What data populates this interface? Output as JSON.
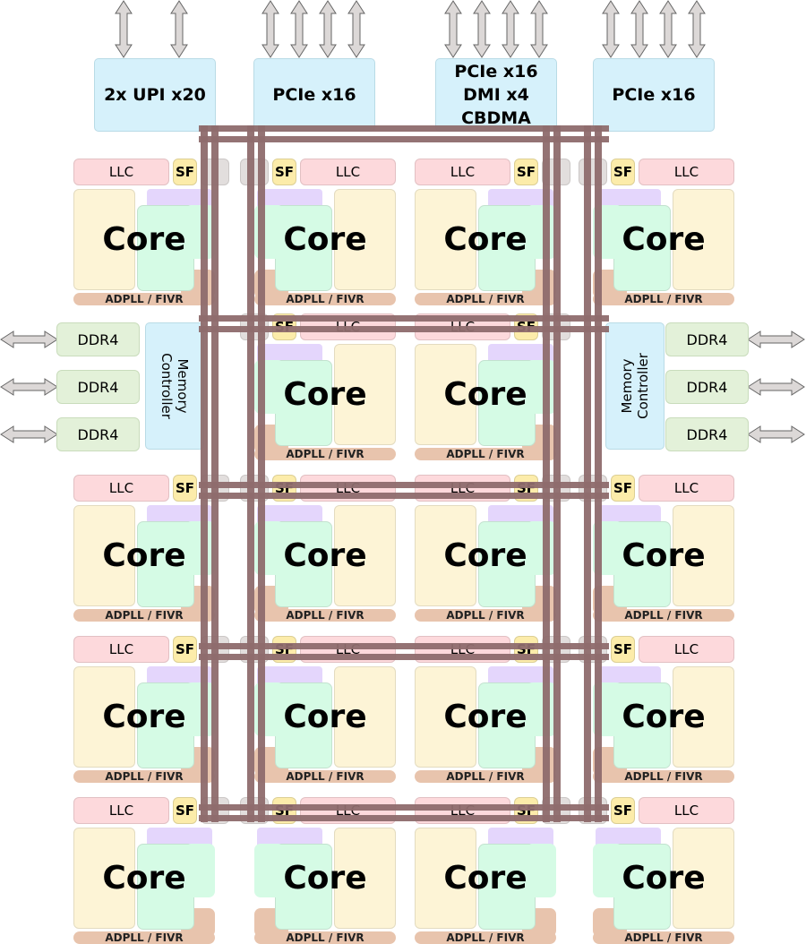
{
  "diagram": {
    "title": "Server CPU die layout with mesh interconnect",
    "io_blocks": [
      {
        "id": "upi",
        "lines": [
          "2x UPI x20"
        ],
        "arrows": 2
      },
      {
        "id": "pcie-1",
        "lines": [
          "PCIe x16"
        ],
        "arrows": 4
      },
      {
        "id": "pcie-dmi",
        "lines": [
          "PCIe x16",
          "DMI x4",
          "CBDMA"
        ],
        "arrows": 4
      },
      {
        "id": "pcie-2",
        "lines": [
          "PCIe x16"
        ],
        "arrows": 4
      }
    ],
    "tile": {
      "llc_label": "LLC",
      "sf_label": "SF",
      "core_label": "Core",
      "pll_label": "ADPLL / FIVR"
    },
    "memory": {
      "left": {
        "controller_label_1": "Memory",
        "controller_label_2": "Controller",
        "channels": [
          "DDR4",
          "DDR4",
          "DDR4"
        ]
      },
      "right": {
        "controller_label_1": "Memory",
        "controller_label_2": "Controller",
        "channels": [
          "DDR4",
          "DDR4",
          "DDR4"
        ]
      }
    },
    "grid": {
      "rows": 5,
      "cols": 4,
      "core_count": 18
    },
    "colors": {
      "io": "#d6f1fb",
      "llc": "#fdd9dc",
      "sf": "#fcecaa",
      "mesh_stop": "#e2dedd",
      "core_yellow": "#fdf4d6",
      "core_green": "#d5fbe5",
      "core_purple": "#e4d6fc",
      "pll": "#e8c4ad",
      "ddr": "#e3f1d9",
      "mesh": "#8e6b6d",
      "arrow_fill": "#dcd8d7"
    }
  }
}
